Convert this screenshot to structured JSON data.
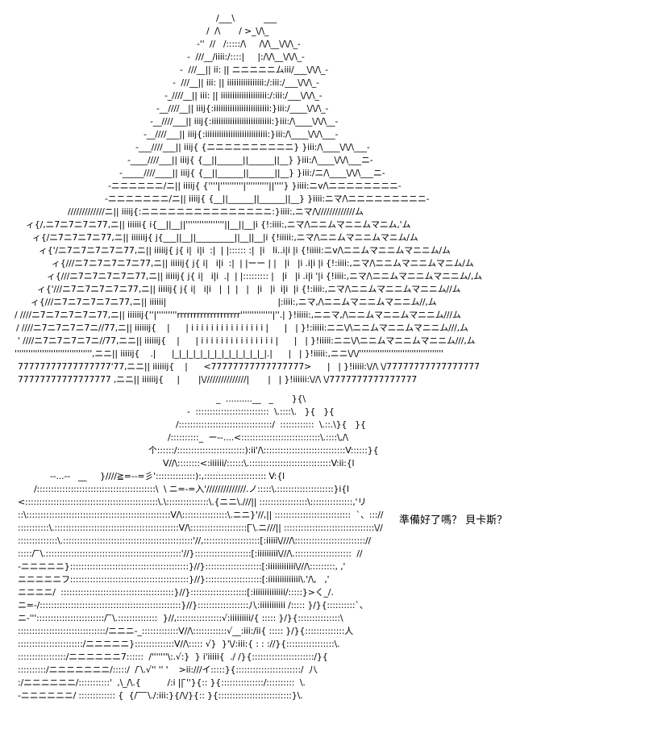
{
  "scene": {
    "caption": "準備好了嗎？ 貝卡斯？",
    "pyramid_lines": [
      "/___\\           ___",
      "/  /\\       / >_\\/\\_",
      "-''  //   /:::::/\\     /\\/\\__\\/\\/\\_-",
      "-  ///__/iiii:/::::|     |:/\\/\\__\\/\\/\\_-",
      "-  ///__|| ii: || ニニニニニムiii/___\\/\\/\\_-",
      "-  ///__|| iii: || iiiiiiiiiiiiiiii:/:iii:/___\\/\\/\\_-",
      "-_////__|| iii: || iiiiiiiiiiiiiiiiiiii:/:iii:/___\\/\\/\\_-",
      "-__////__|| iiij{:iiiiiiiiiiiiiiiiiiiiiiii:}iii:/____\\/\\/\\_-",
      "-__////___|| iiij{:iiiiiiiiiiiiiiiiiiiiiiiiii:}iii:/\\____\\/\\/\\__-",
      "-__////___|| iiij{:iiiiiiiiiiiiiiiiiiiiiiiiiii:}iii:/\\____\\/\\/\\___-",
      "-___////___|| iiij{ {ニニニニニニニニニニ} }iii:/\\____\\/\\/\\___-",
      "-____////___|| iiij{ {__||______||______||__} }iii:/\\____\\/\\/\\___ニ-",
      "-_____////____|| iiij{ {__||______||______||__} }iii:/ニ/\\____\\/\\/\\___ニ-",
      "-ニニニニニニ/ニ|| iiiij{ {''''|''''''''''|''''''''''||''''} }iiii:ニv/\\ニニニニニニニニ-",
      "-ニニニニニニニ/ニ|| iiiij{ {__||______||______||__} }iiii:ニマ/\\ニニニニニニニニニ-",
      "/////////////ニ|| iiiij{:ニニニニニニニニニニニニニニニ:}iiii:,ニマ/\\/////////////ム",
      "ィ{/,ニ7ニ7ニ7ニ77,ニ|| iiiiii{ i{__||__||'''''''''''''''''||__||__|i {!:iiii:,ニマ/\\ニニムマニニムマニム,'ム",
      "ィ{/ニ7ニ7ニ7ニ77,ニ|| iiiiiij{ j{___||__||_________||__||__|i {!iiiii:,ニマ/\\ニニムマニニムマニム/ム",
      "ィ{'/ニ7ニ7ニ7ニ7ニ77,ニ|| iiiiij{ j{ i|  i|i  :|  | |:::::: :|  |i   li..i|i |i {!iiiii:ニv/\\ニニムマニニムマニニム/ム",
      "ィ{///ニ7ニ7ニ7ニ7ニ77,ニ|| iiiiij{ j{ i|   i|i  :|  | |ーー | |   |i   |i .i|i |i {!:iiii:,ニマ/\\ニニムマニニムマニム/ム",
      "ィ{///ニ7ニ7ニ7ニ7ニ77,ニ|| iiiiij{ j{ i|   i|i  .|  | |::::::::: |   |i   |i .i|i '|i {!iiii:,ニマ/\\ニニムマニニムマニニム/,ム",
      "ィ{'///ニ7ニ7ニ7ニ7ニ77,ニ|| iiiiij{ j{ i|   i|i   |  |  |   |   |i   |i  i|i  |i {!:iiii:,ニマ/\\ニニムマニニムマニニム//ム",
      "ィ{///ニ7ニ7ニ7ニ7ニ77,ニ|| iiiiii|                                          |:iiii:,ニマ,/\\ニニムマニニムマニニム//,ム",
      "/ ////ニ7ニ7ニ7ニ7ニ77,ニ|| iiiiiij{''|'''''''''rrrrrrrrrrrrrrrrrrr''''''''''''''|''.| }!iiiii:,ニニマ,/\\ニニムマニニムマニニム///ム",
      "/ ////ニ7ニ7ニ7ニ7ニ//77,ニ|| iiiiiij{    |      | i i i i i i i i i i i i i i i |      |   | }!:iiiii:ニニ\\/\\ニニムマニニムマニニム///,ム",
      "' ////ニ7ニ7ニ7ニ7ニ//77,ニニ|| iiiiiij{    |      | i i i i i i i i i i i i i i i |      |   | }!iiiii:ニニ\\/\\ニニムマニニムマニニム///,ム",
      "'''''''''''''''''''''''''''''''''',ニニ|| iiiiij{    .|      |_|_|_|_|_|_|_|_|_|_|_|_|_|.|      |   | }!iiiii:,ニニ\\/\\/'''''''''''''''''''''''''''''''''''''",
      "77777777777777777'77,ニニ|| iiiiiij{    |      <77777777777777777>      |   | }!iiiii:\\//\\ \\/77777777777777777",
      "77777777777777777 ,ニニ|| iiiiiij{     |       |\\///////////////|       |   | }!iiiiii:\\//\\ \\/7777777777777777"
    ],
    "figure_lines": [
      "_  ..........__   _       }{\\",
      "-  ::::::::::::::::::::::::::  \\.::::\\.   }{   }{",
      "/:::::::::::::::::::::::::::::::::/  ::::::::::::  \\.::.\\}{   }{",
      "/::::::::::_  ー--....<::::::::::::::::::::::::::::\\.::::\\,/\\",
      "个::::::/::::::::::::::::::::::::):ii'/\\:::::::::::::::::::::::::::::V::::::}{",
      "V//\\::::::::<:iiiiii/::::::\\.:::::::::::::::::::::::::::::V:ii:{l",
      "--...--   __     }////≧=--=彡'::::::::::::::):,:::::::::::::::::::::: V:{l",
      "/::::::::::::::::::::::::::::::::::::::::::\\  \\ ニ=-=入'//////////////.ノ:::::\\.::::::::::::::::::::}i{l",
      "<:::::::::::::::::::::::::::::::::::::::::::::::\\.\\:::::::::::::::\\.{ニニ\\.///|| :::::::::::::::::\\:::::::::::::::,'リ",
      "::\\:::::::::::::::::::::::::::::::::::::::::::::::::::V/\\::::::::::::::::\\.ニニ}'//,|| :::::::::::::::::::::::::::  `、::://",
      ":::::::::::\\.::::::::::::::::::::::::::::::::::::::::::::V/\\::::::::::::::::::::[ ̄\\.ニ///|| ::::::::::::::::::::::::::::::::\\//",
      "::::::::::::::\\.::::::::::::::::::::::::::::::::::::::::::::::'//,::::::::::::::::::::[:iiiii\\////\\::::::::::::::::::::::::://",
      ":::::/ ̄ ̄\\.::::::::::::::::::::::::::::::::::::::::::::::::'//}::::::::::::::::::::[:iiiiiiiii\\///\\.::::::::::::::::::::  //",
      "-ニニニニニ}::::::::::::::::::::::::::::::::::::::::::}//}::::::::::::::::::::[:iiiiiiiiiiii\\///\\:::::::::, ,'",
      "ニニニニニフ::::::::::::::::::::::::::::::::::::::::::}//}::::::::::::::::::::[:iiiiiiiiiiiiii\\.'/\\,   ,'",
      "ニニニニ/  ::::::::::::::::::::::::::::::::::::::::}//}::::::::::::::::::::[:iiiiiiiiiiiiii/:::::}>く_/.",
      "ニ=-/::::::::::::::::::::::::::::::::::::::::::::::::::}//}::::::::::::::::::八:iiiiiiiiiii /::::: }/}{::::::::::`、",
      "ニ-'''::::::::::::::::::::::::/ ̄ ̄\\.::::::::::::::  }//,::::::::::::::::√:iiiiiiiii/{ ::::: }/}{:::::::::::::::\\",
      ":::::::::::::::::::::::::::::::/ニニニ-_:::::::::::::V//\\::::::::::::√__:iii:/ii{ ::::: }/}{::::::::::::::人",
      ":::::::::::::::::::::::/ニニニニニ}::::::::::::::V//\\::::: √}  }'\\/:iii:{ : : ://}{:::::::::::::::::\\.",
      ":::::::::::::::::/ニニニニニニ7::::::  /'''''''\\:.√:}  } i'iiiii{  ./ /}{::::::::::::::::::::::/}{",
      "::::::::::/ニニニニニニニ/:::::/  / ̄\\.√'' '' '    >ii:///イ:::::}{:::::::::::::::::::::::/  八",
      ":/ニニニニニニ/:::::::::::'  ,\\_/\\.{          /:i || ̄''}{:: }{:::::::::::::::/::::::::::  \\.",
      "-ニニニニニニ/ ::::::::::::: {  {/ ̄ ̄ ̄ ̄\\./:iii:}{/\\/}{:: }{::::::::::::::::::::::::::}\\."
    ]
  }
}
